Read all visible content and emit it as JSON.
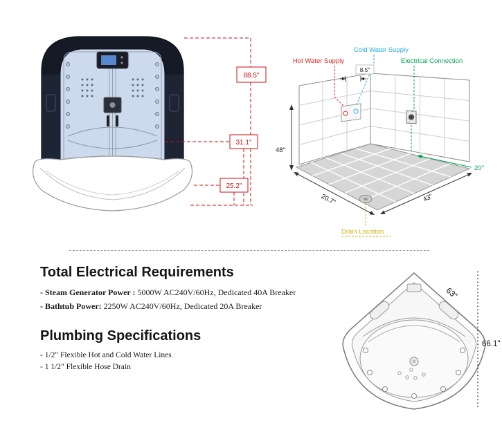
{
  "front_view": {
    "dim_total_height": "88.5\"",
    "dim_mid_height": "31.1\"",
    "dim_base_height": "25.2\"",
    "dim_color": "#cc1111"
  },
  "corner_view": {
    "hot_water_label": "Hot Water Supply",
    "cold_water_label": "Cold Water Supply",
    "electrical_label": "Electrical Connection",
    "drain_label": "Drain Location",
    "dim_supply_gap": "8.5\"",
    "dim_wall_height": "48\"",
    "dim_floor_left": "20.7\"",
    "dim_floor_right": "43\"",
    "dim_electrical": "20\"",
    "colors": {
      "hot": "#e8211d",
      "cold": "#29abe2",
      "electrical": "#00a551",
      "drain": "#d3b119"
    }
  },
  "specs": {
    "electrical_heading": "Total Electrical Requirements",
    "electrical_items": [
      {
        "label": "- Steam Generator Power :",
        "value": " 5000W AC240V/60Hz, Dedicated 40A Breaker"
      },
      {
        "label": "- Bathtub Power:",
        "value": " 2250W AC240V/60Hz, Dedicated 20A Breaker"
      }
    ],
    "plumbing_heading": "Plumbing Specifications",
    "plumbing_items": [
      "- 1/2\" Flexible Hot and Cold Water Lines",
      "- 1 1/2\" Flexible Hose Drain"
    ]
  },
  "top_view": {
    "dim_edge_length": "63\"",
    "dim_overall_width": "66.1\""
  }
}
